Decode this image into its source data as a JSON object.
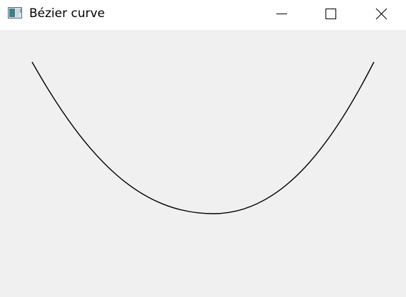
{
  "window": {
    "title": "Bézier curve",
    "icon": "app-window-icon",
    "background_color": "#f0f0f0",
    "titlebar_color": "#ffffff"
  },
  "titlebar_controls": [
    {
      "name": "minimize-button",
      "icon": "minimize-icon"
    },
    {
      "name": "maximize-button",
      "icon": "maximize-icon"
    },
    {
      "name": "close-button",
      "icon": "close-icon"
    }
  ],
  "curve": {
    "type": "cubic-bezier",
    "stroke_color": "#000000"
  }
}
